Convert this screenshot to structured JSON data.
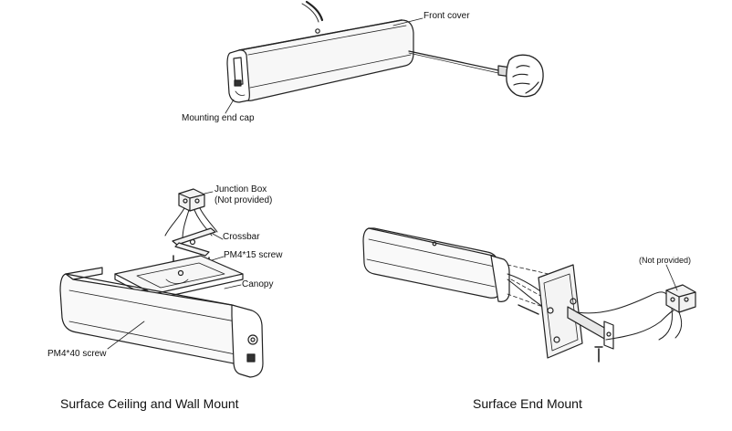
{
  "labels": {
    "front_cover": "Front cover",
    "mounting_end_cap": "Mounting end cap",
    "junction_box_line1": "Junction Box",
    "junction_box_line2": "(Not provided)",
    "crossbar": "Crossbar",
    "pm4_15_screw": "PM4*15 screw",
    "canopy": "Canopy",
    "pm4_40_screw": "PM4*40 screw",
    "not_provided": "(Not provided)"
  },
  "captions": {
    "left": "Surface Ceiling and Wall Mount",
    "right": "Surface End Mount"
  }
}
